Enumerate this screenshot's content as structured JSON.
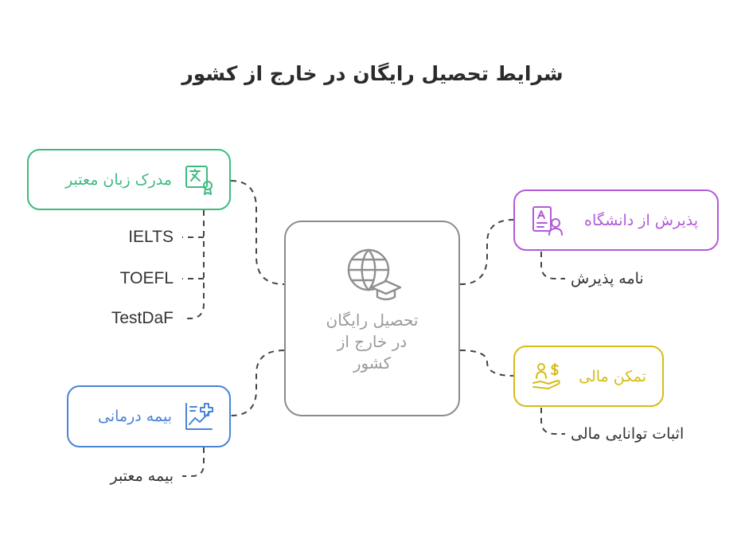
{
  "title": "شرایط تحصیل رایگان در خارج از کشور",
  "center": {
    "line1": "تحصیل رایگان",
    "line2": "در خارج از",
    "line3": "کشور",
    "icon": "globe-graduation-cap-icon"
  },
  "nodes": {
    "language": {
      "label": "مدرک زبان معتبر",
      "color": "#3dbb7f",
      "icon": "translate-certificate-icon",
      "items": [
        "IELTS",
        "TOEFL",
        "TestDaF"
      ]
    },
    "admission": {
      "label": "پذیرش از دانشگاه",
      "color": "#b25ad8",
      "icon": "applicant-card-icon",
      "items": [
        "نامه پذیرش"
      ]
    },
    "financial": {
      "label": "تمکن مالی",
      "color": "#d4bd19",
      "icon": "money-hand-icon",
      "items": [
        "اثبات توانایی مالی"
      ]
    },
    "insurance": {
      "label": "بیمه درمانی",
      "color": "#4a84d6",
      "icon": "medical-chart-icon",
      "items": [
        "بیمه معتبر"
      ]
    }
  }
}
